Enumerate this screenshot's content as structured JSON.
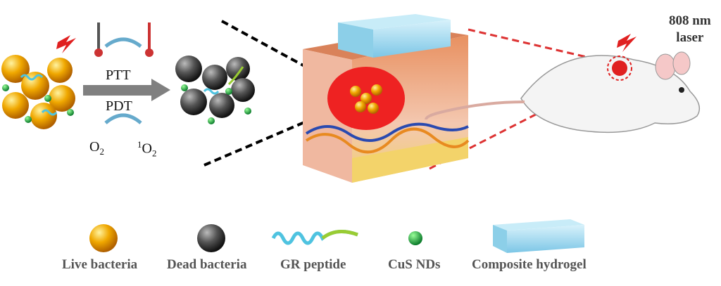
{
  "process": {
    "ptt_label": "PTT",
    "pdt_label": "PDT",
    "oxygen_label": "O",
    "oxygen_sub": "2",
    "singlet_sup": "1",
    "singlet_label": "O",
    "singlet_sub": "2"
  },
  "laser": {
    "line1": "808 nm",
    "line2": "laser"
  },
  "legend": {
    "live_bacteria": "Live bacteria",
    "dead_bacteria": "Dead bacteria",
    "gr_peptide": "GR peptide",
    "cus_nds": "CuS NDs",
    "composite_hydrogel": "Composite hydrogel"
  },
  "colors": {
    "live": "#e8a000",
    "dead": "#444444",
    "peptide": "#4fc3e0",
    "cus": "#1a9a3a",
    "hydrogel": "#9fd8ee",
    "laser": "#e02020"
  }
}
